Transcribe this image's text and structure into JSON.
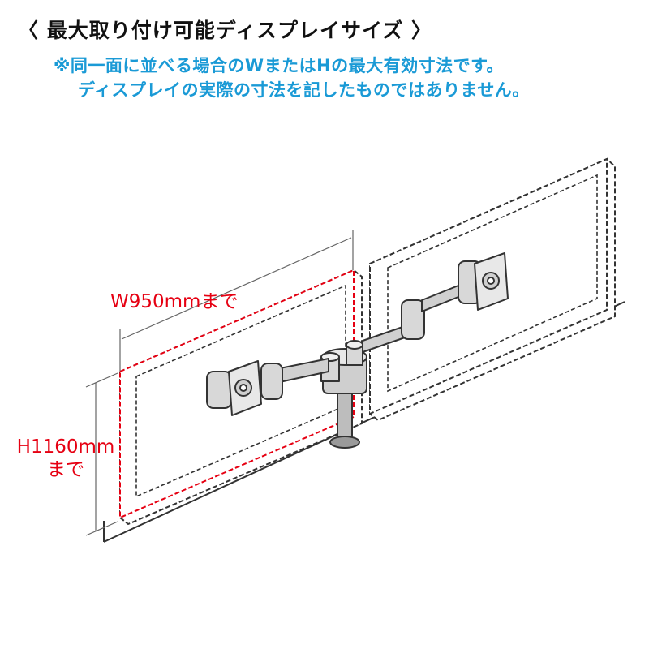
{
  "header": {
    "title": "〈 最大取り付け可能ディスプレイサイズ 〉",
    "note_line1": "※同一面に並べる場合のWまたはHの最大有効寸法です。",
    "note_line2": "ディスプレイの実際の寸法を記したものではありません。"
  },
  "dimensions": {
    "width_label": "W950mmまで",
    "height_label_line1": "H1160mm",
    "height_label_line2": "まで"
  },
  "colors": {
    "title": "#111111",
    "note": "#1a9ad6",
    "dimension": "#e60012",
    "line": "#333333",
    "arm": "#9a9a9a"
  },
  "icons": {
    "diagram": "dual-monitor-arm-illustration"
  }
}
